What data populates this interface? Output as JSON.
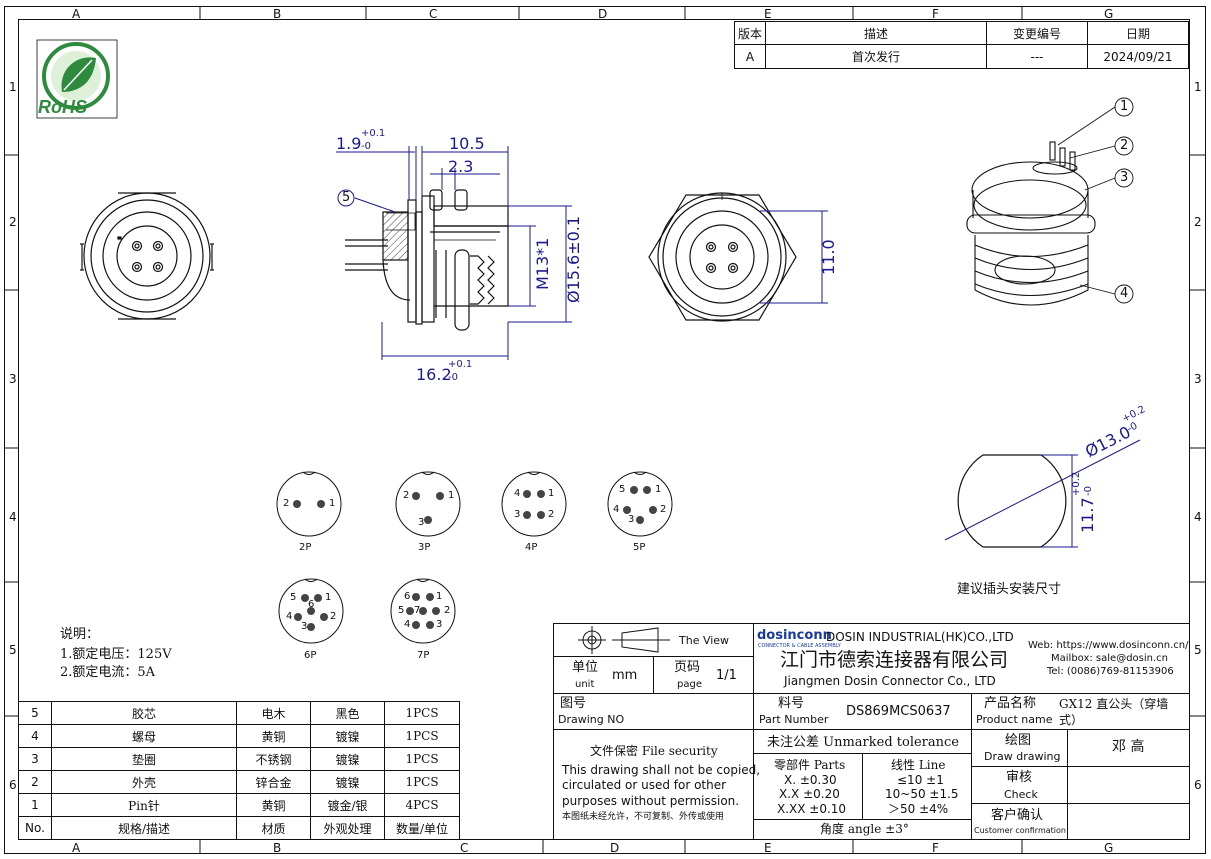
{
  "zones": {
    "columns_top": [
      "A",
      "B",
      "C",
      "D",
      "E",
      "F",
      "G"
    ],
    "columns_bottom": [
      "A",
      "B",
      "C",
      "D",
      "E",
      "F",
      "G"
    ],
    "rows": [
      "1",
      "2",
      "3",
      "4",
      "5",
      "6"
    ]
  },
  "logo": {
    "text": "RoHS"
  },
  "revision": {
    "headers": [
      "版本",
      "描述",
      "变更编号",
      "日期"
    ],
    "row": [
      "A",
      "首次发行",
      "---",
      "2024/09/21"
    ]
  },
  "dimensions": {
    "d1": "1.9",
    "d1_tol_up": "+0.1",
    "d1_tol_dn": "-0",
    "d2": "10.5",
    "d3": "2.3",
    "thread": "M13*1",
    "dia": "Ø15.6±0.1",
    "len": "16.2",
    "len_tol_up": "+0.1",
    "len_tol_dn": "-0",
    "hex": "11.0",
    "hole_dia": "Ø13.0",
    "hole_dia_tol_up": "+0.2",
    "hole_dia_tol_dn": "-0",
    "hole_flat": "11.7",
    "hole_flat_tol_up": "+0.2",
    "hole_flat_tol_dn": "-0",
    "callout_5": "5",
    "callouts": [
      "1",
      "2",
      "3",
      "4"
    ],
    "hole_caption": "建议插头安装尺寸"
  },
  "pin_layouts": [
    {
      "label": "2P",
      "pins": [
        "2",
        "1"
      ]
    },
    {
      "label": "3P",
      "pins": [
        "2",
        "1",
        "3"
      ]
    },
    {
      "label": "4P",
      "pins": [
        "4",
        "1",
        "3",
        "2"
      ]
    },
    {
      "label": "5P",
      "pins": [
        "5",
        "1",
        "4",
        "2",
        "3"
      ]
    },
    {
      "label": "6P",
      "pins": [
        "5",
        "1",
        "6",
        "4",
        "2",
        "3"
      ]
    },
    {
      "label": "7P",
      "pins": [
        "6",
        "1",
        "5",
        "7",
        "2",
        "4",
        "3"
      ]
    }
  ],
  "notes": {
    "title": "说明：",
    "lines": [
      "1.额定电压：125V",
      "2.额定电流：5A"
    ]
  },
  "bom": {
    "rows": [
      [
        "5",
        "胶芯",
        "电木",
        "黑色",
        "1PCS"
      ],
      [
        "4",
        "螺母",
        "黄铜",
        "镀镍",
        "1PCS"
      ],
      [
        "3",
        "垫圈",
        "不锈钢",
        "镀镍",
        "1PCS"
      ],
      [
        "2",
        "外壳",
        "锌合金",
        "镀镍",
        "1PCS"
      ],
      [
        "1",
        "Pin针",
        "黄铜",
        "镀金/银",
        "4PCS"
      ]
    ],
    "headers": [
      "No.",
      "规格/描述",
      "材质",
      "外观处理",
      "数量/单位"
    ]
  },
  "title_block": {
    "the_view": "The View",
    "unit_cn": "单位",
    "unit_en": "unit",
    "unit_val": "mm",
    "page_cn": "页码",
    "page_en": "page",
    "page_val": "1/1",
    "company_brand": "dosinconn",
    "company_brand_sub": "CONNECTOR & CABLE ASSEMBLY",
    "company_en_hk": "DOSIN INDUSTRIAL(HK)CO.,LTD",
    "company_cn": "江门市德索连接器有限公司",
    "company_en": "Jiangmen Dosin Connector Co., LTD",
    "web": "Web: https://www.dosinconn.cn/",
    "mail": "Mailbox: sale@dosin.cn",
    "tel": "Tel: (0086)769-81153906",
    "drawing_no_cn": "图号",
    "drawing_no_en": "Drawing NO",
    "part_cn": "料号",
    "part_en": "Part Number",
    "part_val": "DS869MCS0637",
    "product_cn": "产品名称",
    "product_en": "Product name",
    "product_val_1": "GX12 直公头（穿墙",
    "product_val_2": "式）",
    "security_title": "文件保密  File security",
    "security_lines": [
      "This drawing shall not be copied,",
      "circulated or used for other",
      "purposes without permission."
    ],
    "security_cn": "本图纸未经允许，不可复制、外传或使用",
    "tolerance_title": "未注公差 Unmarked tolerance",
    "parts_title": "零部件 Parts",
    "parts_lines": [
      "X.  ±0.30",
      "X.X  ±0.20",
      "X.XX  ±0.10"
    ],
    "line_title": "线性 Line",
    "line_lines": [
      "≤10  ±1",
      "10~50  ±1.5",
      "＞50  ±4%"
    ],
    "angle": "角度 angle  ±3°",
    "drawing_cn": "绘图",
    "drawing_en": "Draw drawing",
    "drawing_val": "邓 高",
    "check_cn": "审核",
    "check_en": "Check",
    "confirm_cn": "客户确认",
    "confirm_en": "Customer confirmation"
  }
}
